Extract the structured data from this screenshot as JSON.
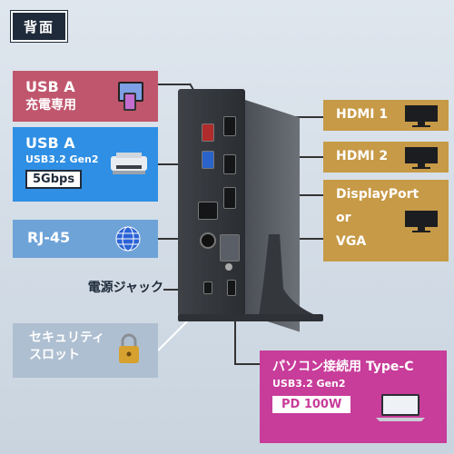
{
  "back_tag": "背面",
  "labels": {
    "usb_charge": {
      "line1": "USB A",
      "line2": "充電専用"
    },
    "usb_gen2": {
      "line1": "USB A",
      "line2": "USB3.2 Gen2",
      "badge": "5Gbps"
    },
    "rj45": {
      "text": "RJ-45"
    },
    "power": {
      "text": "電源ジャック"
    },
    "security": {
      "line1": "セキュリティ",
      "line2": "スロット"
    },
    "hdmi1": {
      "text": "HDMI 1"
    },
    "hdmi2": {
      "text": "HDMI 2"
    },
    "displayport": {
      "line1": "DisplayPort",
      "line2": "or",
      "line3": "VGA"
    },
    "typec": {
      "line1": "パソコン接続用 Type-C",
      "line2": "USB3.2 Gen2",
      "badge": "PD 100W"
    }
  },
  "icons": [
    "tablet-phone-icon",
    "printer-icon",
    "globe-icon",
    "padlock-icon",
    "monitor-icon",
    "laptop-icon"
  ],
  "colors": {
    "usb_charge": "#c0566d",
    "usb_gen2": "#2f8fe4",
    "rj45": "#6ea3d8",
    "security": "#aebfd1",
    "display": "#c79a47",
    "typec": "#c83c9a",
    "tag": "#1f2b3a"
  }
}
